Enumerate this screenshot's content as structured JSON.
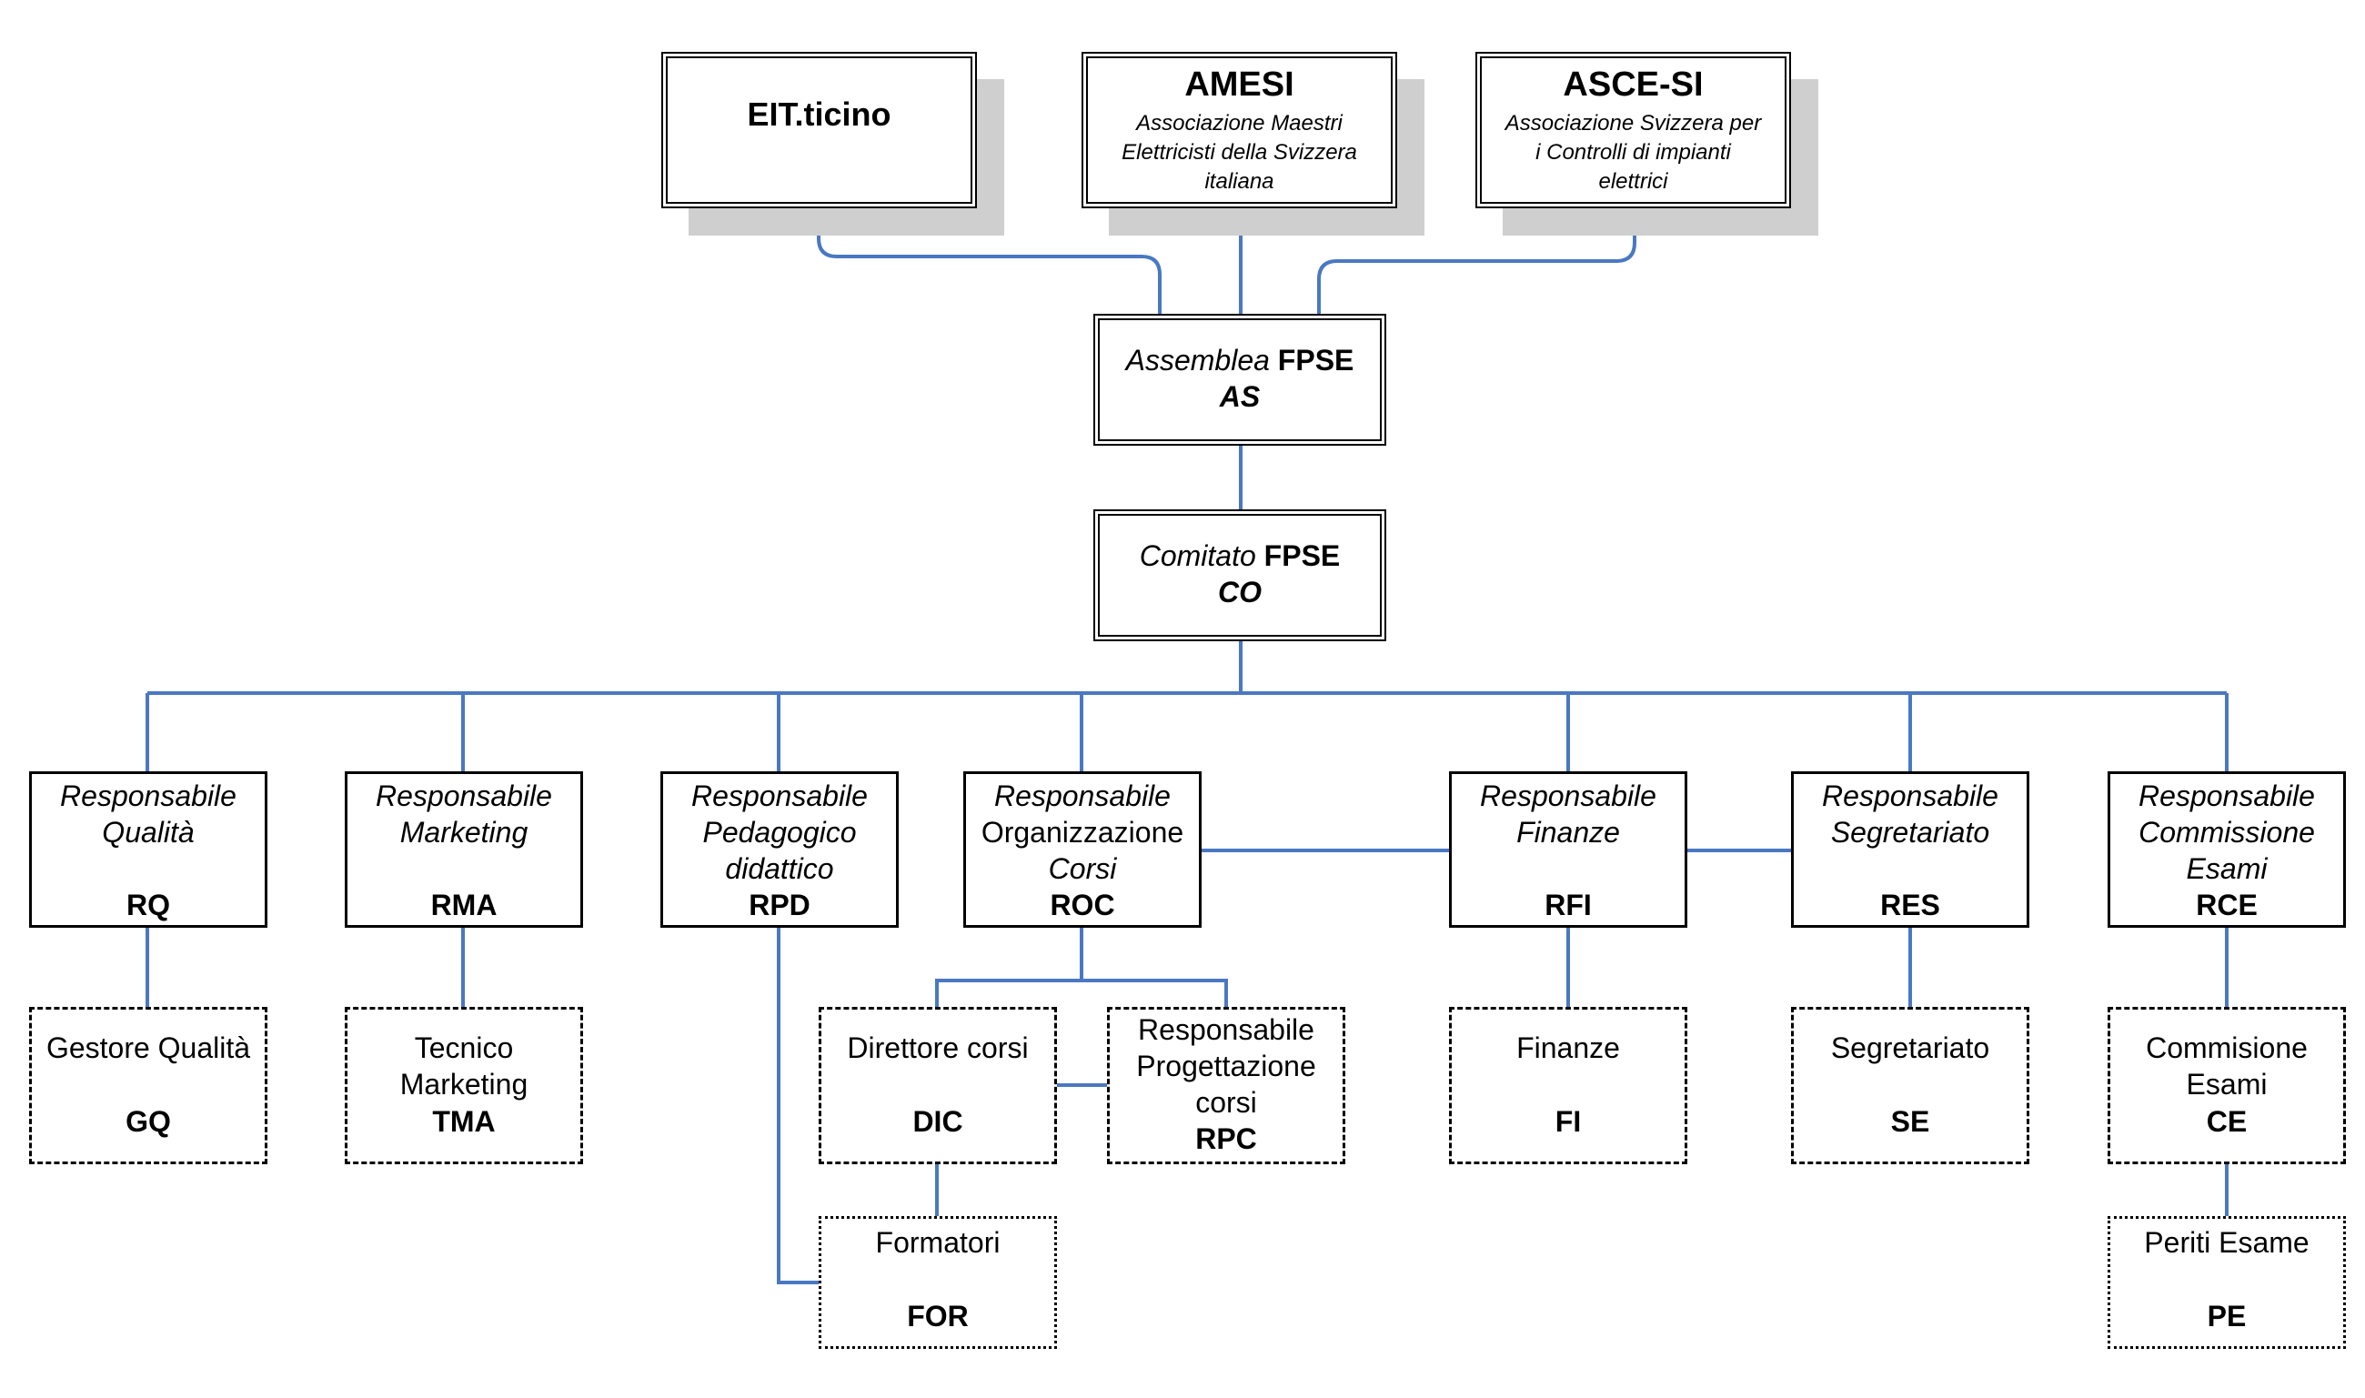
{
  "top": {
    "eit": {
      "title": "EIT.ticino"
    },
    "amesi": {
      "title": "AMESI",
      "l1": "Associazione Maestri",
      "l2": "Elettricisti della Svizzera",
      "l3": "italiana"
    },
    "asce": {
      "title": "ASCE-SI",
      "l1": "Associazione Svizzera per",
      "l2": "i Controlli di impianti",
      "l3": "elettrici"
    }
  },
  "assemblea": {
    "label": "Assemblea",
    "org": "FPSE",
    "code": "AS"
  },
  "comitato": {
    "label": "Comitato",
    "org": "FPSE",
    "code": "CO"
  },
  "resp": {
    "rq": {
      "l1": "Responsabile",
      "l2": "Qualità",
      "code": "RQ"
    },
    "rma": {
      "l1": "Responsabile",
      "l2": "Marketing",
      "code": "RMA"
    },
    "rpd": {
      "l1": "Responsabile",
      "l2": "Pedagogico",
      "l3": "didattico",
      "code": "RPD"
    },
    "roc": {
      "l1": "Responsabile",
      "l2": "Organizzazione",
      "l3": "Corsi",
      "code": "ROC"
    },
    "rfi": {
      "l1": "Responsabile",
      "l2": "Finanze",
      "code": "RFI"
    },
    "res": {
      "l1": "Responsabile",
      "l2": "Segretariato",
      "code": "RES"
    },
    "rce": {
      "l1": "Responsabile",
      "l2": "Commissione",
      "l3": "Esami",
      "code": "RCE"
    }
  },
  "units": {
    "gq": {
      "l1": "Gestore Qualità",
      "code": "GQ"
    },
    "tma": {
      "l1": "Tecnico",
      "l2": "Marketing",
      "code": "TMA"
    },
    "dic": {
      "l1": "Direttore corsi",
      "code": "DIC"
    },
    "rpc": {
      "l1": "Responsabile",
      "l2": "Progettazione",
      "l3": "corsi",
      "code": "RPC"
    },
    "fi": {
      "l1": "Finanze",
      "code": "FI"
    },
    "se": {
      "l1": "Segretariato",
      "code": "SE"
    },
    "ce": {
      "l1": "Commisione",
      "l2": "Esami",
      "code": "CE"
    },
    "for": {
      "l1": "Formatori",
      "code": "FOR"
    },
    "pe": {
      "l1": "Periti Esame",
      "code": "PE"
    }
  },
  "colors": {
    "connector": "#4a78c2",
    "shadow": "#cfcfcf"
  }
}
